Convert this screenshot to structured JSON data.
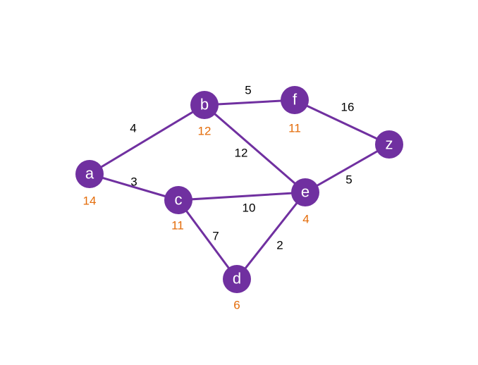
{
  "colors": {
    "node": "#7030a0",
    "edge": "#7030a0",
    "node_text": "#ffffff",
    "weight_text": "#000000",
    "value_text": "#e46c0a"
  },
  "nodes": [
    {
      "id": "a",
      "label": "a",
      "value": "14"
    },
    {
      "id": "b",
      "label": "b",
      "value": "12"
    },
    {
      "id": "c",
      "label": "c",
      "value": "11"
    },
    {
      "id": "d",
      "label": "d",
      "value": "6"
    },
    {
      "id": "e",
      "label": "e",
      "value": "4"
    },
    {
      "id": "f",
      "label": "f",
      "value": "11"
    },
    {
      "id": "z",
      "label": "z",
      "value": ""
    }
  ],
  "edges": [
    {
      "from": "a",
      "to": "b",
      "weight": "4"
    },
    {
      "from": "a",
      "to": "c",
      "weight": "3"
    },
    {
      "from": "b",
      "to": "f",
      "weight": "5"
    },
    {
      "from": "b",
      "to": "e",
      "weight": "12"
    },
    {
      "from": "c",
      "to": "e",
      "weight": "10"
    },
    {
      "from": "c",
      "to": "d",
      "weight": "7"
    },
    {
      "from": "d",
      "to": "e",
      "weight": "2"
    },
    {
      "from": "f",
      "to": "z",
      "weight": "16"
    },
    {
      "from": "e",
      "to": "z",
      "weight": "5"
    }
  ]
}
